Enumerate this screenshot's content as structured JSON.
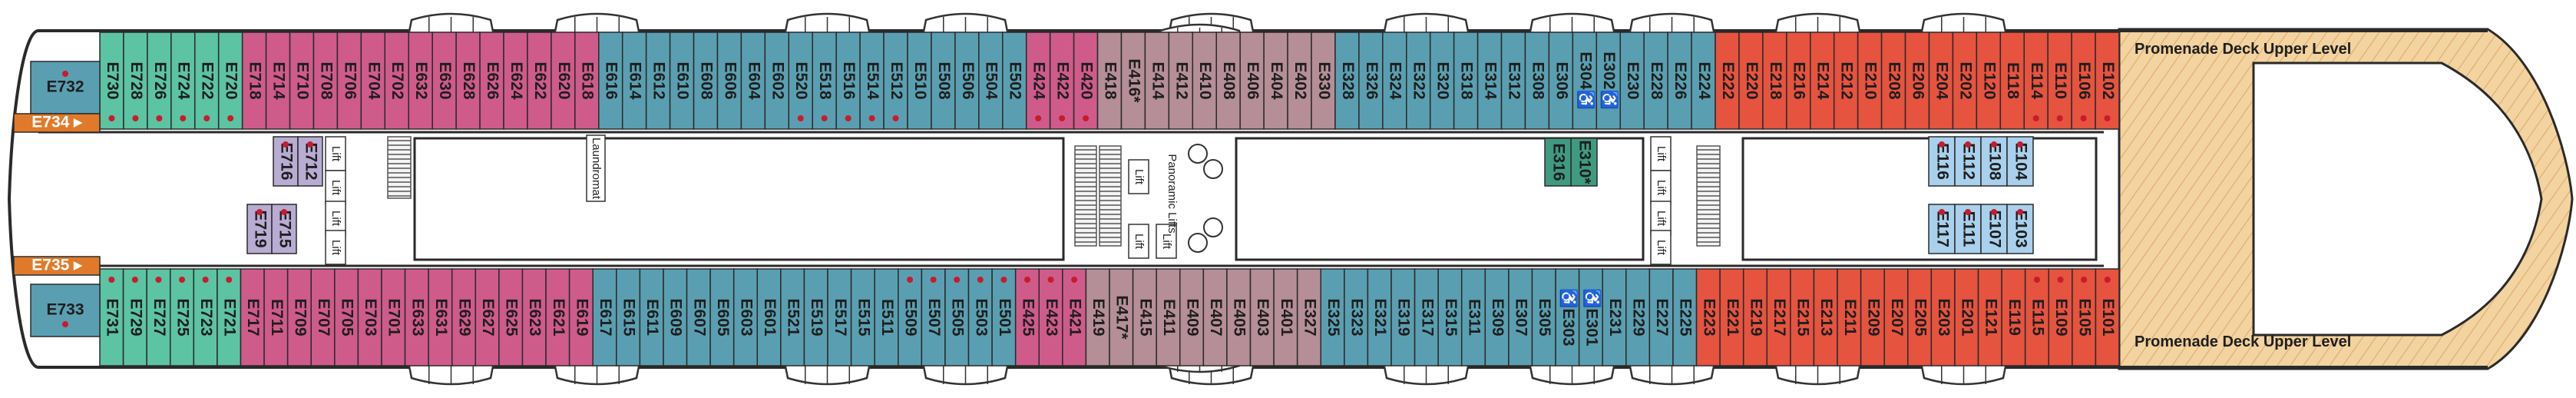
{
  "colors": {
    "teal": "#5cc3a3",
    "blue": "#5a9fb1",
    "pink": "#cf5b8b",
    "mauve": "#b58e98",
    "lavender": "#b8acd3",
    "red": "#e6533f",
    "ltblue": "#a9d0ec",
    "green": "#3f9a80",
    "orange": "#e07a2a",
    "dot": "#c81b2e",
    "corridor": "#ffffff",
    "hull": "#2a2a2a",
    "bow": "#f3d39f"
  },
  "deck": {
    "label_top": "Promenade Deck Upper Level",
    "label_bottom": "Promenade Deck Upper Level",
    "laundromat": "Laundromat",
    "panoramic_lifts": "Panoramic Lifts",
    "lift": "Lift"
  },
  "aft": [
    {
      "id": "E732",
      "color": "blue",
      "dot": true
    },
    {
      "id": "E733",
      "color": "blue",
      "dot": true
    },
    {
      "id": "E734",
      "color": "orange",
      "dot": false
    },
    {
      "id": "E735",
      "color": "orange",
      "dot": false
    }
  ],
  "top_row": [
    {
      "id": "E730",
      "color": "teal",
      "dot": true
    },
    {
      "id": "E728",
      "color": "teal",
      "dot": true
    },
    {
      "id": "E726",
      "color": "teal",
      "dot": true
    },
    {
      "id": "E724",
      "color": "teal",
      "dot": true
    },
    {
      "id": "E722",
      "color": "teal",
      "dot": true
    },
    {
      "id": "E720",
      "color": "teal",
      "dot": true
    },
    {
      "id": "E718",
      "color": "pink"
    },
    {
      "id": "E714",
      "color": "pink"
    },
    {
      "id": "E710",
      "color": "pink"
    },
    {
      "id": "E708",
      "color": "pink"
    },
    {
      "id": "E706",
      "color": "pink"
    },
    {
      "id": "E704",
      "color": "pink"
    },
    {
      "id": "E702",
      "color": "pink"
    },
    {
      "id": "E632",
      "color": "pink"
    },
    {
      "id": "E630",
      "color": "pink"
    },
    {
      "id": "E628",
      "color": "pink"
    },
    {
      "id": "E626",
      "color": "pink"
    },
    {
      "id": "E624",
      "color": "pink"
    },
    {
      "id": "E622",
      "color": "pink"
    },
    {
      "id": "E620",
      "color": "pink"
    },
    {
      "id": "E618",
      "color": "pink"
    },
    {
      "id": "E616",
      "color": "blue"
    },
    {
      "id": "E614",
      "color": "blue"
    },
    {
      "id": "E612",
      "color": "blue"
    },
    {
      "id": "E610",
      "color": "blue"
    },
    {
      "id": "E608",
      "color": "blue"
    },
    {
      "id": "E606",
      "color": "blue"
    },
    {
      "id": "E604",
      "color": "blue"
    },
    {
      "id": "E602",
      "color": "blue"
    },
    {
      "id": "E520",
      "color": "blue",
      "dot": true
    },
    {
      "id": "E518",
      "color": "blue",
      "dot": true
    },
    {
      "id": "E516",
      "color": "blue",
      "dot": true
    },
    {
      "id": "E514",
      "color": "blue",
      "dot": true
    },
    {
      "id": "E512",
      "color": "blue",
      "dot": true
    },
    {
      "id": "E510",
      "color": "blue"
    },
    {
      "id": "E508",
      "color": "blue"
    },
    {
      "id": "E506",
      "color": "blue"
    },
    {
      "id": "E504",
      "color": "blue"
    },
    {
      "id": "E502",
      "color": "blue"
    },
    {
      "id": "E424",
      "color": "pink",
      "dot": true
    },
    {
      "id": "E422",
      "color": "pink",
      "dot": true
    },
    {
      "id": "E420",
      "color": "pink",
      "dot": true
    },
    {
      "id": "E418",
      "color": "mauve"
    },
    {
      "id": "E416*",
      "color": "mauve"
    },
    {
      "id": "E414",
      "color": "mauve"
    },
    {
      "id": "E412",
      "color": "mauve"
    },
    {
      "id": "E410",
      "color": "mauve"
    },
    {
      "id": "E408",
      "color": "mauve"
    },
    {
      "id": "E406",
      "color": "mauve"
    },
    {
      "id": "E404",
      "color": "mauve"
    },
    {
      "id": "E402",
      "color": "mauve"
    },
    {
      "id": "E330",
      "color": "mauve"
    },
    {
      "id": "E328",
      "color": "blue"
    },
    {
      "id": "E326",
      "color": "blue"
    },
    {
      "id": "E324",
      "color": "blue"
    },
    {
      "id": "E322",
      "color": "blue"
    },
    {
      "id": "E320",
      "color": "blue"
    },
    {
      "id": "E318",
      "color": "blue"
    },
    {
      "id": "E314",
      "color": "blue"
    },
    {
      "id": "E312",
      "color": "blue"
    },
    {
      "id": "E308",
      "color": "blue"
    },
    {
      "id": "E306",
      "color": "blue"
    },
    {
      "id": "E304♿",
      "color": "blue"
    },
    {
      "id": "E302♿",
      "color": "blue"
    },
    {
      "id": "E230",
      "color": "blue"
    },
    {
      "id": "E228",
      "color": "blue"
    },
    {
      "id": "E226",
      "color": "blue"
    },
    {
      "id": "E224",
      "color": "blue"
    },
    {
      "id": "E222",
      "color": "red"
    },
    {
      "id": "E220",
      "color": "red"
    },
    {
      "id": "E218",
      "color": "red"
    },
    {
      "id": "E216",
      "color": "red"
    },
    {
      "id": "E214",
      "color": "red"
    },
    {
      "id": "E212",
      "color": "red"
    },
    {
      "id": "E210",
      "color": "red"
    },
    {
      "id": "E208",
      "color": "red"
    },
    {
      "id": "E206",
      "color": "red"
    },
    {
      "id": "E204",
      "color": "red"
    },
    {
      "id": "E202",
      "color": "red"
    },
    {
      "id": "E120",
      "color": "red"
    },
    {
      "id": "E118",
      "color": "red"
    },
    {
      "id": "E114",
      "color": "red",
      "dot": true
    },
    {
      "id": "E110",
      "color": "red",
      "dot": true
    },
    {
      "id": "E106",
      "color": "red",
      "dot": true
    },
    {
      "id": "E102",
      "color": "red",
      "dot": true
    }
  ],
  "bottom_row": [
    {
      "id": "E731",
      "color": "teal",
      "dot": true
    },
    {
      "id": "E729",
      "color": "teal",
      "dot": true
    },
    {
      "id": "E727",
      "color": "teal",
      "dot": true
    },
    {
      "id": "E725",
      "color": "teal",
      "dot": true
    },
    {
      "id": "E723",
      "color": "teal",
      "dot": true
    },
    {
      "id": "E721",
      "color": "teal",
      "dot": true
    },
    {
      "id": "E717",
      "color": "pink"
    },
    {
      "id": "E711",
      "color": "pink"
    },
    {
      "id": "E709",
      "color": "pink"
    },
    {
      "id": "E707",
      "color": "pink"
    },
    {
      "id": "E705",
      "color": "pink"
    },
    {
      "id": "E703",
      "color": "pink"
    },
    {
      "id": "E701",
      "color": "pink"
    },
    {
      "id": "E633",
      "color": "pink"
    },
    {
      "id": "E631",
      "color": "pink"
    },
    {
      "id": "E629",
      "color": "pink"
    },
    {
      "id": "E627",
      "color": "pink"
    },
    {
      "id": "E625",
      "color": "pink"
    },
    {
      "id": "E623",
      "color": "pink"
    },
    {
      "id": "E621",
      "color": "pink"
    },
    {
      "id": "E619",
      "color": "pink"
    },
    {
      "id": "E617",
      "color": "blue"
    },
    {
      "id": "E615",
      "color": "blue"
    },
    {
      "id": "E611",
      "color": "blue"
    },
    {
      "id": "E609",
      "color": "blue"
    },
    {
      "id": "E607",
      "color": "blue"
    },
    {
      "id": "E605",
      "color": "blue"
    },
    {
      "id": "E603",
      "color": "blue"
    },
    {
      "id": "E601",
      "color": "blue"
    },
    {
      "id": "E521",
      "color": "blue"
    },
    {
      "id": "E519",
      "color": "blue"
    },
    {
      "id": "E517",
      "color": "blue"
    },
    {
      "id": "E515",
      "color": "blue"
    },
    {
      "id": "E511",
      "color": "blue"
    },
    {
      "id": "E509",
      "color": "blue",
      "dot": true
    },
    {
      "id": "E507",
      "color": "blue",
      "dot": true
    },
    {
      "id": "E505",
      "color": "blue",
      "dot": true
    },
    {
      "id": "E503",
      "color": "blue",
      "dot": true
    },
    {
      "id": "E501",
      "color": "blue",
      "dot": true
    },
    {
      "id": "E425",
      "color": "pink",
      "dot": true
    },
    {
      "id": "E423",
      "color": "pink",
      "dot": true
    },
    {
      "id": "E421",
      "color": "pink",
      "dot": true
    },
    {
      "id": "E419",
      "color": "mauve"
    },
    {
      "id": "E417*",
      "color": "mauve"
    },
    {
      "id": "E415",
      "color": "mauve"
    },
    {
      "id": "E411",
      "color": "mauve"
    },
    {
      "id": "E409",
      "color": "mauve"
    },
    {
      "id": "E407",
      "color": "mauve"
    },
    {
      "id": "E405",
      "color": "mauve"
    },
    {
      "id": "E403",
      "color": "mauve"
    },
    {
      "id": "E401",
      "color": "mauve"
    },
    {
      "id": "E327",
      "color": "mauve"
    },
    {
      "id": "E325",
      "color": "blue"
    },
    {
      "id": "E323",
      "color": "blue"
    },
    {
      "id": "E321",
      "color": "blue"
    },
    {
      "id": "E319",
      "color": "blue"
    },
    {
      "id": "E317",
      "color": "blue"
    },
    {
      "id": "E315",
      "color": "blue"
    },
    {
      "id": "E311",
      "color": "blue"
    },
    {
      "id": "E309",
      "color": "blue"
    },
    {
      "id": "E307",
      "color": "blue"
    },
    {
      "id": "E305",
      "color": "blue"
    },
    {
      "id": "♿E303",
      "color": "blue"
    },
    {
      "id": "♿E301",
      "color": "blue"
    },
    {
      "id": "E231",
      "color": "blue"
    },
    {
      "id": "E229",
      "color": "blue"
    },
    {
      "id": "E227",
      "color": "blue"
    },
    {
      "id": "E225",
      "color": "blue"
    },
    {
      "id": "E223",
      "color": "red"
    },
    {
      "id": "E221",
      "color": "red"
    },
    {
      "id": "E219",
      "color": "red"
    },
    {
      "id": "E217",
      "color": "red"
    },
    {
      "id": "E215",
      "color": "red"
    },
    {
      "id": "E213",
      "color": "red"
    },
    {
      "id": "E211",
      "color": "red"
    },
    {
      "id": "E209",
      "color": "red"
    },
    {
      "id": "E207",
      "color": "red"
    },
    {
      "id": "E205",
      "color": "red"
    },
    {
      "id": "E203",
      "color": "red"
    },
    {
      "id": "E201",
      "color": "red"
    },
    {
      "id": "E121",
      "color": "red"
    },
    {
      "id": "E119",
      "color": "red"
    },
    {
      "id": "E115",
      "color": "red",
      "dot": true
    },
    {
      "id": "E109",
      "color": "red",
      "dot": true
    },
    {
      "id": "E105",
      "color": "red",
      "dot": true
    },
    {
      "id": "E101",
      "color": "red",
      "dot": true
    }
  ],
  "inner": [
    {
      "id": "E716",
      "color": "lavender",
      "dot": true
    },
    {
      "id": "E712",
      "color": "lavender",
      "dot": true
    },
    {
      "id": "E719",
      "color": "lavender",
      "dot": true
    },
    {
      "id": "E715",
      "color": "lavender",
      "dot": true
    },
    {
      "id": "E310*",
      "color": "green"
    },
    {
      "id": "E316",
      "color": "green"
    },
    {
      "id": "E116",
      "color": "ltblue",
      "dot": true
    },
    {
      "id": "E112",
      "color": "ltblue",
      "dot": true
    },
    {
      "id": "E108",
      "color": "ltblue",
      "dot": true
    },
    {
      "id": "E104",
      "color": "ltblue",
      "dot": true
    },
    {
      "id": "E117",
      "color": "ltblue",
      "dot": true
    },
    {
      "id": "E111",
      "color": "ltblue",
      "dot": true
    },
    {
      "id": "E107",
      "color": "ltblue",
      "dot": true
    },
    {
      "id": "E103",
      "color": "ltblue",
      "dot": true
    }
  ]
}
